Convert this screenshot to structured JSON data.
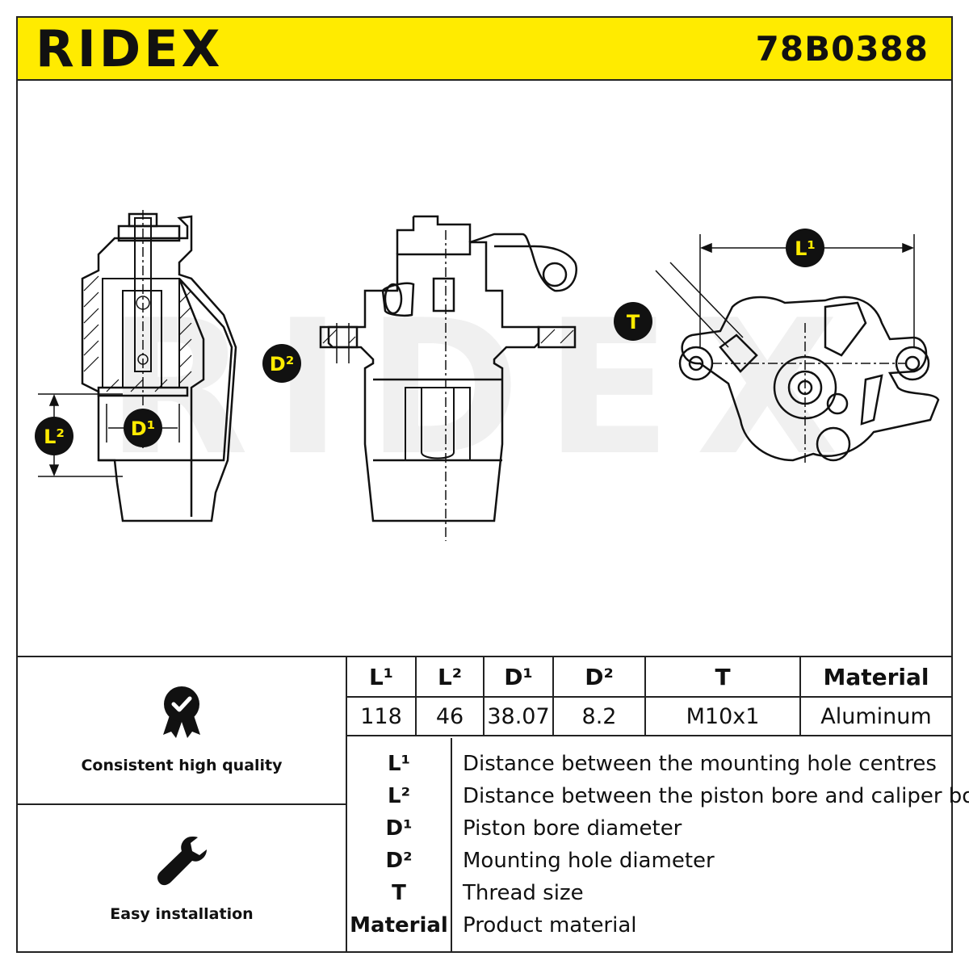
{
  "header": {
    "brand": "RIDEX",
    "part_number": "78B0388"
  },
  "drawing": {
    "callouts": {
      "l1": "L¹",
      "l2": "L²",
      "d1": "D¹",
      "d2": "D²",
      "t": "T"
    },
    "watermark": "RIDEX",
    "colors": {
      "callout_fill": "#111111",
      "callout_text": "#ffeb00",
      "accent": "#ffeb00"
    }
  },
  "features": [
    {
      "label": "Consistent high quality",
      "icon": "quality-badge-icon"
    },
    {
      "label": "Easy installation",
      "icon": "wrench-icon"
    }
  ],
  "specs": {
    "headers": [
      "L¹",
      "L²",
      "D¹",
      "D²",
      "T",
      "Material"
    ],
    "values": [
      "118",
      "46",
      "38.07",
      "8.2",
      "M10x1",
      "Aluminum"
    ]
  },
  "legend": [
    {
      "symbol": "L¹",
      "text": "Distance between the mounting hole centres"
    },
    {
      "symbol": "L²",
      "text": "Distance between the piston bore and caliper body"
    },
    {
      "symbol": "D¹",
      "text": "Piston bore diameter"
    },
    {
      "symbol": "D²",
      "text": "Mounting hole diameter"
    },
    {
      "symbol": "T",
      "text": "Thread size"
    },
    {
      "symbol": "Material",
      "text": "Product material"
    }
  ]
}
